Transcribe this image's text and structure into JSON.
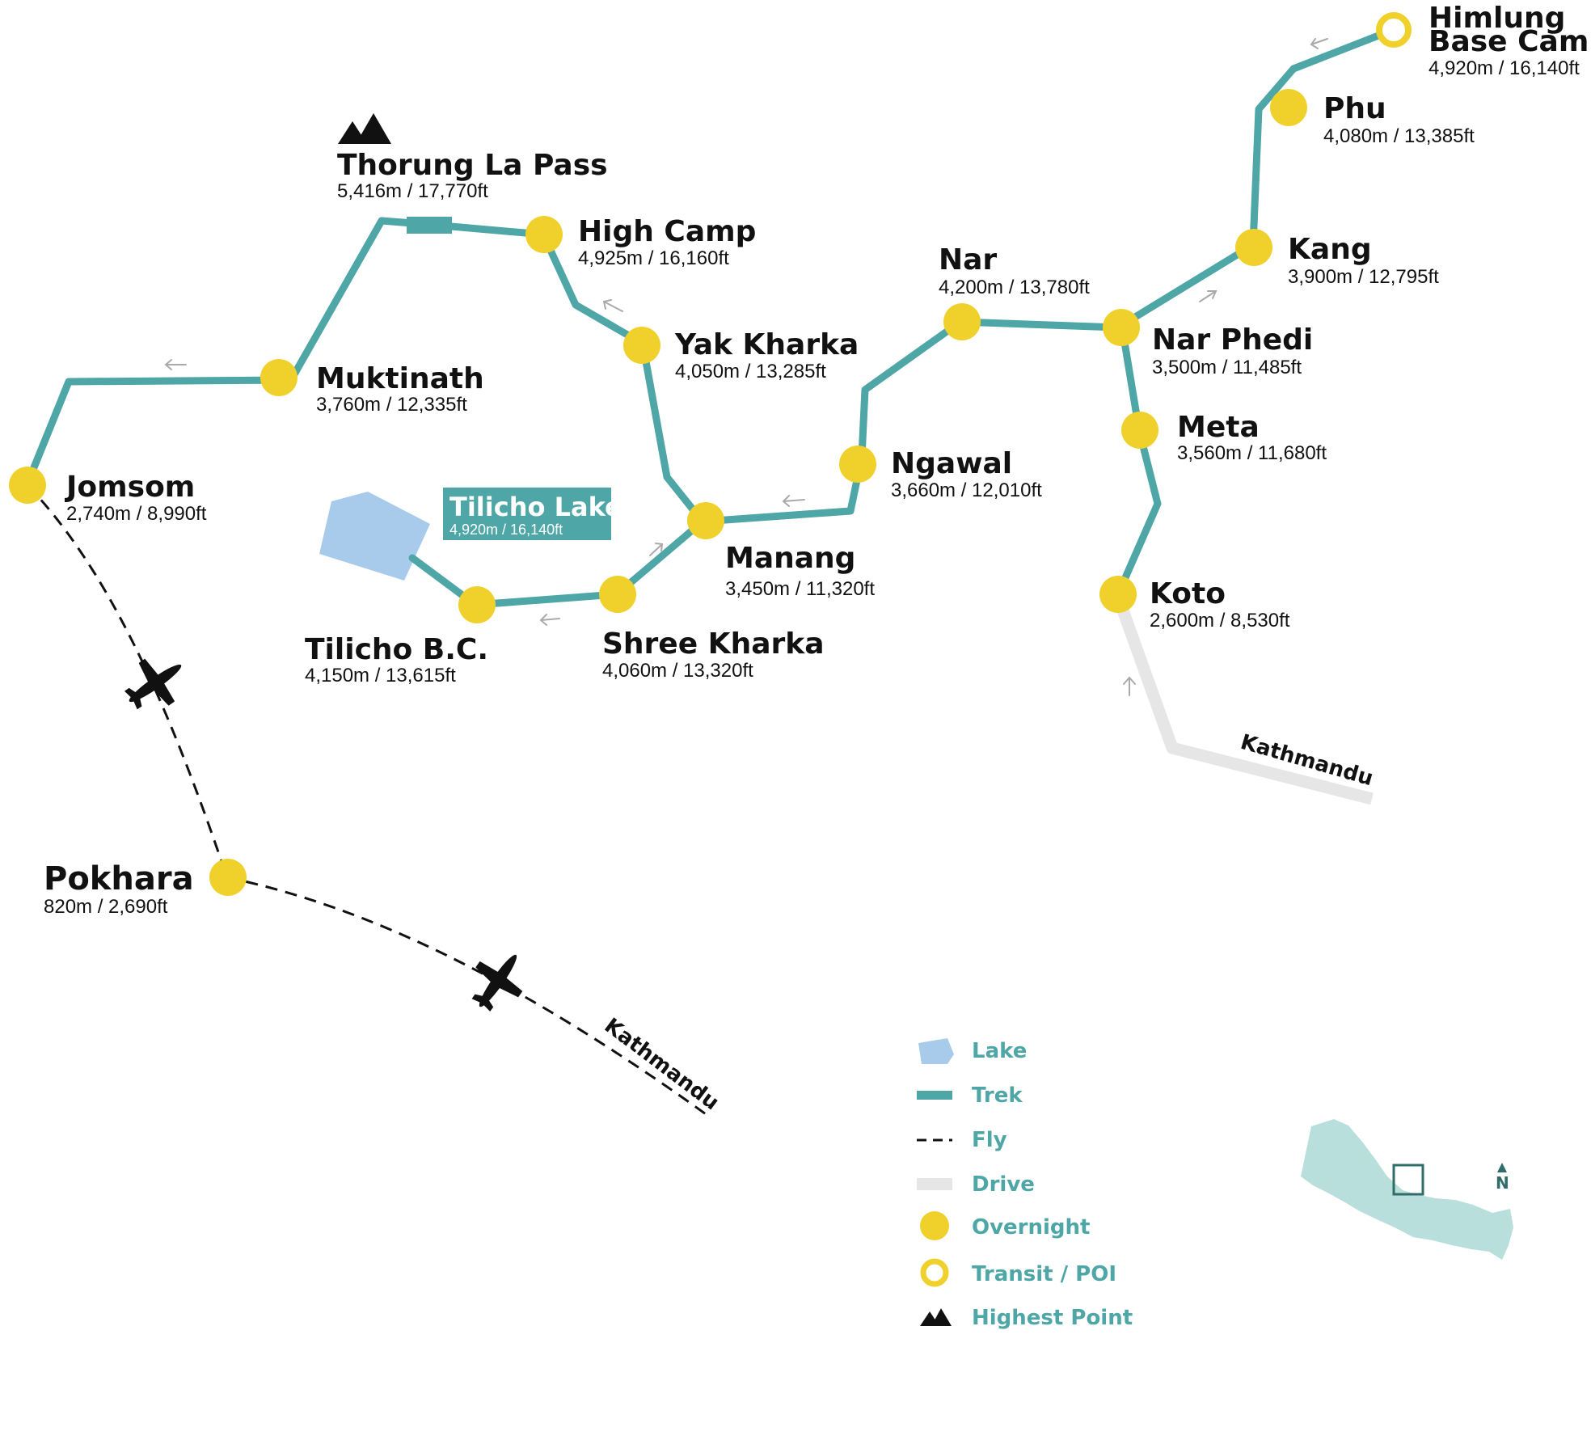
{
  "colors": {
    "trek": "#4ea7a6",
    "overnight": "#f0d12b",
    "lake": "#a8cbec",
    "drive": "#e6e6e6",
    "fly": "#111111",
    "legend_text": "#4ea7a6",
    "inset_country": "#b9dfdd",
    "inset_box": "#2f6d6b"
  },
  "stops": {
    "himlung": {
      "name_line1": "Himlung",
      "name_line2": "Base Camp",
      "alt": "4,920m / 16,140ft",
      "type": "transit"
    },
    "phu": {
      "name": "Phu",
      "alt": "4,080m / 13,385ft",
      "type": "overnight"
    },
    "kang": {
      "name": "Kang",
      "alt": "3,900m / 12,795ft",
      "type": "overnight"
    },
    "nar": {
      "name": "Nar",
      "alt": "4,200m / 13,780ft",
      "type": "overnight"
    },
    "nar_phedi": {
      "name": "Nar Phedi",
      "alt": "3,500m / 11,485ft",
      "type": "overnight"
    },
    "meta": {
      "name": "Meta",
      "alt": "3,560m / 11,680ft",
      "type": "overnight"
    },
    "koto": {
      "name": "Koto",
      "alt": "2,600m / 8,530ft",
      "type": "overnight"
    },
    "ngawal": {
      "name": "Ngawal",
      "alt": "3,660m / 12,010ft",
      "type": "overnight"
    },
    "manang": {
      "name": "Manang",
      "alt": "3,450m / 11,320ft",
      "type": "overnight"
    },
    "yak_kharka": {
      "name": "Yak Kharka",
      "alt": "4,050m / 13,285ft",
      "type": "overnight"
    },
    "high_camp": {
      "name": "High Camp",
      "alt": "4,925m / 16,160ft",
      "type": "overnight"
    },
    "thorung": {
      "name": "Thorung La Pass",
      "alt": "5,416m / 17,770ft",
      "type": "highest"
    },
    "muktinath": {
      "name": "Muktinath",
      "alt": "3,760m / 12,335ft",
      "type": "overnight"
    },
    "jomsom": {
      "name": "Jomsom",
      "alt": "2,740m / 8,990ft",
      "type": "overnight"
    },
    "pokhara": {
      "name": "Pokhara",
      "alt": "820m / 2,690ft",
      "type": "overnight"
    },
    "shree_kharka": {
      "name": "Shree Kharka",
      "alt": "4,060m / 13,320ft",
      "type": "overnight"
    },
    "tilicho_bc": {
      "name": "Tilicho B.C.",
      "alt": "4,150m / 13,615ft",
      "type": "overnight"
    }
  },
  "lake": {
    "name": "Tilicho Lake",
    "alt": "4,920m / 16,140ft"
  },
  "route_labels": {
    "drive_origin": "Kathmandu",
    "fly_origin": "Kathmandu"
  },
  "legend": [
    {
      "key": "lake",
      "label": "Lake"
    },
    {
      "key": "trek",
      "label": "Trek"
    },
    {
      "key": "fly",
      "label": "Fly"
    },
    {
      "key": "drive",
      "label": "Drive"
    },
    {
      "key": "overnight",
      "label": "Overnight"
    },
    {
      "key": "transit",
      "label": "Transit / POI"
    },
    {
      "key": "highest",
      "label": "Highest Point"
    }
  ],
  "inset": {
    "north_label": "N"
  }
}
